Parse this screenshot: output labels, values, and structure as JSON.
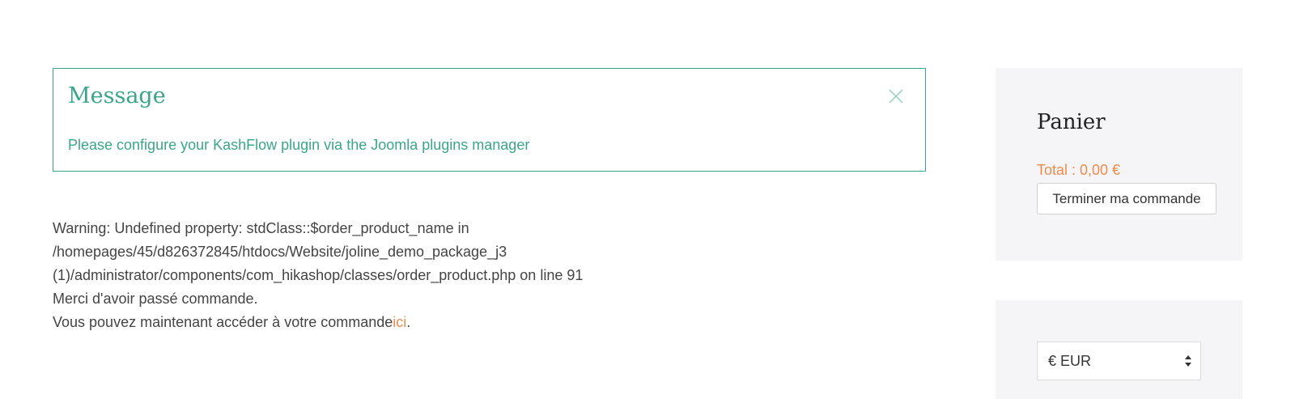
{
  "alert": {
    "title": "Message",
    "text": "Please configure your KashFlow plugin via the Joomla plugins manager"
  },
  "body": {
    "lines": [
      "Warning: Undefined property: stdClass::$order_product_name in",
      "/homepages/45/d826372845/htdocs/Website/joline_demo_package_j3",
      "(1)/administrator/components/com_hikashop/classes/order_product.php on line 91",
      "Merci d'avoir passé commande."
    ],
    "access_text": "Vous pouvez maintenant accéder à votre commande",
    "access_link": "ici",
    "access_end": "."
  },
  "cart": {
    "title": "Panier",
    "total": "Total : 0,00 €",
    "button_label": "Terminer ma commande"
  },
  "currency": {
    "selected": "€ EUR"
  },
  "colors": {
    "alert_accent": "#3aa58a",
    "link": "#ef8b4c",
    "module_bg": "#f5f5f7"
  }
}
